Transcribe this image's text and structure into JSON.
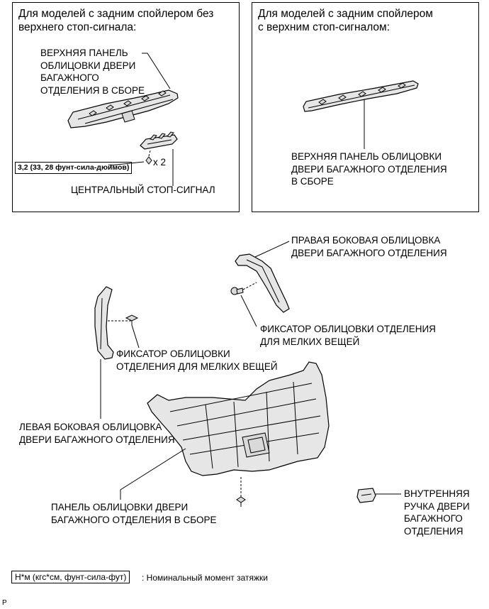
{
  "variant_left": {
    "heading": "Для моделей с задним спойлером без\nверхнего стоп-сигнала:",
    "upper_panel_label": "ВЕРХНЯЯ ПАНЕЛЬ\nОБЛИЦОВКИ ДВЕРИ\nБАГАЖНОГО\nОТДЕЛЕНИЯ В СБОРЕ",
    "torque_value": "3,2 (33, 28 фунт-сила-дюймов)",
    "quantity": "x 2",
    "stop_lamp_label": "ЦЕНТРАЛЬНЫЙ СТОП-СИГНАЛ"
  },
  "variant_right": {
    "heading": "Для моделей с задним спойлером\nс верхним стоп-сигналом:",
    "upper_panel_label": "ВЕРХНЯЯ ПАНЕЛЬ ОБЛИЦОВКИ\nДВЕРИ БАГАЖНОГО ОТДЕЛЕНИЯ\nВ СБОРЕ"
  },
  "parts": {
    "right_side_trim": "ПРАВАЯ БОКОВАЯ ОБЛИЦОВКА\nДВЕРИ БАГАЖНОГО ОТДЕЛЕНИЯ",
    "right_clip": "ФИКСАТОР ОБЛИЦОВКИ ОТДЕЛЕНИЯ\nДЛЯ МЕЛКИХ ВЕЩЕЙ",
    "left_clip": "ФИКСАТОР ОБЛИЦОВКИ\nОТДЕЛЕНИЯ ДЛЯ МЕЛКИХ ВЕЩЕЙ",
    "left_side_trim": "ЛЕВАЯ БОКОВАЯ ОБЛИЦОВКА\nДВЕРИ БАГАЖНОГО ОТДЕЛЕНИЯ",
    "door_trim_panel": "ПАНЕЛЬ ОБЛИЦОВКИ ДВЕРИ\nБАГАЖНОГО ОТДЕЛЕНИЯ В СБОРЕ",
    "inside_handle": "ВНУТРЕННЯЯ\nРУЧКА ДВЕРИ\nБАГАЖНОГО\nОТДЕЛЕНИЯ"
  },
  "legend": {
    "unit_box": "Н*м (кгс*см, фунт-сила-фут)",
    "description": ": Номинальный момент затяжки"
  },
  "page_mark": "P"
}
